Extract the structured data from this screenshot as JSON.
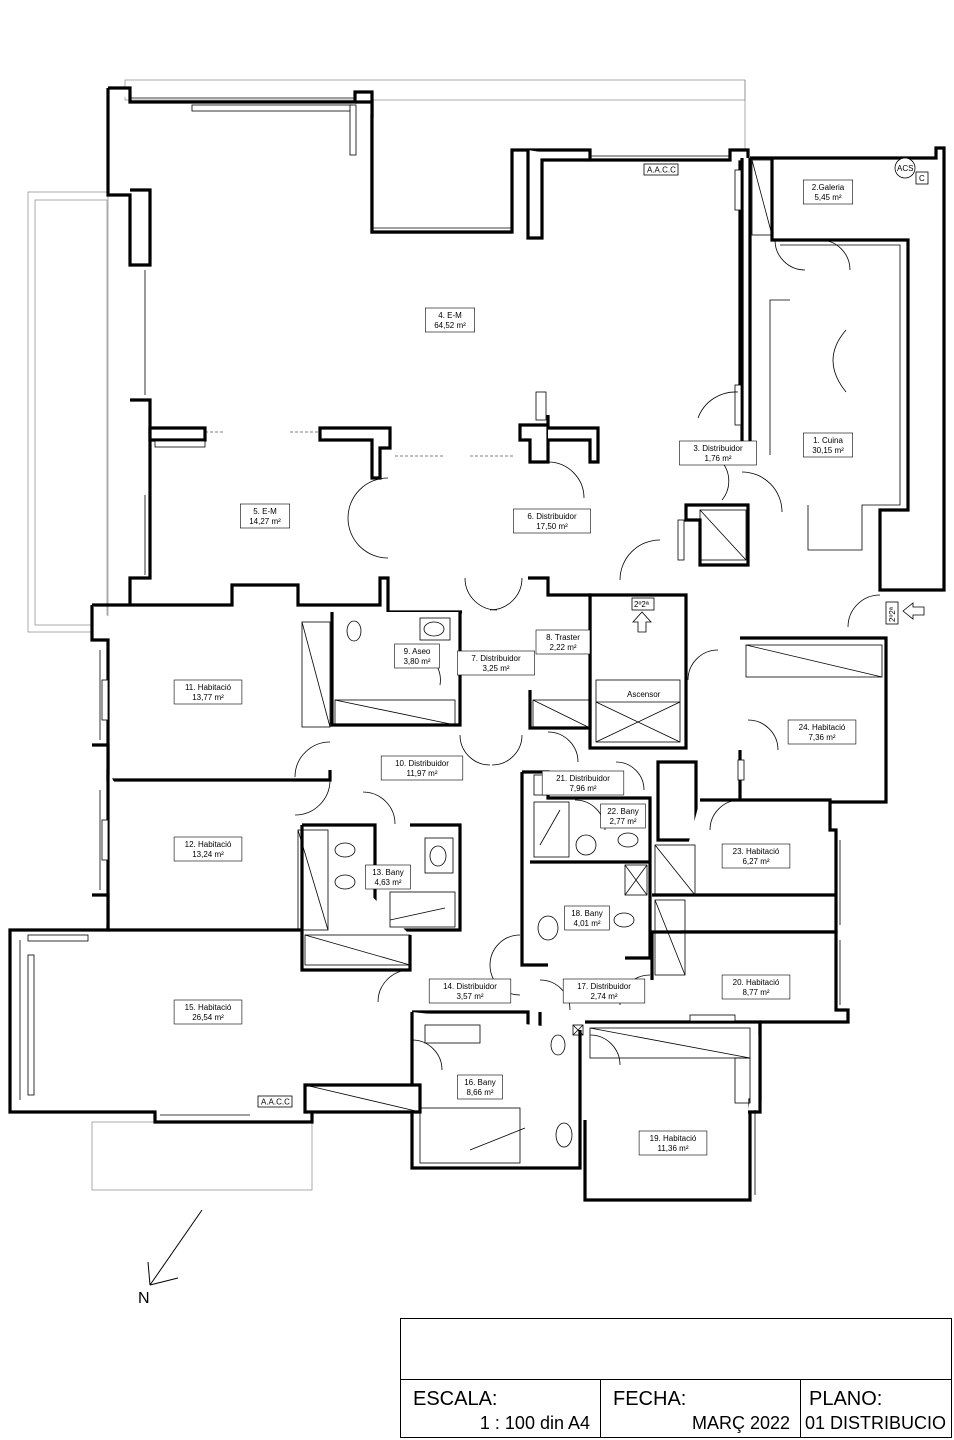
{
  "rooms": [
    {
      "name": "1. Cuina",
      "area": "30,15  m²"
    },
    {
      "name": "2.Galeria",
      "area": "5,45  m²"
    },
    {
      "name": "3. Distribuidor",
      "area": "1,76  m²"
    },
    {
      "name": "4. E-M",
      "area": "64,52  m²"
    },
    {
      "name": "5. E-M",
      "area": "14,27  m²"
    },
    {
      "name": "6. Distribuidor",
      "area": "17,50  m²"
    },
    {
      "name": "7. Distribuidor",
      "area": "3,25  m²"
    },
    {
      "name": "8. Traster",
      "area": "2,22  m²"
    },
    {
      "name": "9. Aseo",
      "area": "3,80  m²"
    },
    {
      "name": "10. Distribuidor",
      "area": "11,97  m²"
    },
    {
      "name": "11. Habitació",
      "area": "13,77  m²"
    },
    {
      "name": "12. Habitació",
      "area": "13,24  m²"
    },
    {
      "name": "13. Bany",
      "area": "4,63  m²"
    },
    {
      "name": "14. Distribuidor",
      "area": "3,57  m²"
    },
    {
      "name": "15. Habitació",
      "area": "26,54  m²"
    },
    {
      "name": "16. Bany",
      "area": "8,66  m²"
    },
    {
      "name": "17. Distribuidor",
      "area": "2,74  m²"
    },
    {
      "name": "18. Bany",
      "area": "4,01  m²"
    },
    {
      "name": "19. Habitació",
      "area": "11,36  m²"
    },
    {
      "name": "20. Habitació",
      "area": "8,77  m²"
    },
    {
      "name": "21. Distribuidor",
      "area": "7,96  m²"
    },
    {
      "name": "22. Bany",
      "area": "2,77  m²"
    },
    {
      "name": "23. Habitació",
      "area": "6,27  m²"
    },
    {
      "name": "24. Habitació",
      "area": "7,36  m²"
    }
  ],
  "tags": {
    "aacc_top": "A.A.C.C",
    "aacc_bottom": "A.A.C.C",
    "acs": "ACS",
    "c": "C",
    "lift": "Ascensor",
    "floor_a": "2º2ª",
    "floor_b": "2º2ª"
  },
  "north": "N",
  "title_block": {
    "scale_label": "ESCALA:",
    "scale_value": "1 : 100 din A4",
    "date_label": "FECHA:",
    "date_value": "MARÇ 2022",
    "plan_label": "PLANO:",
    "plan_value": "01 DISTRIBUCIO"
  }
}
